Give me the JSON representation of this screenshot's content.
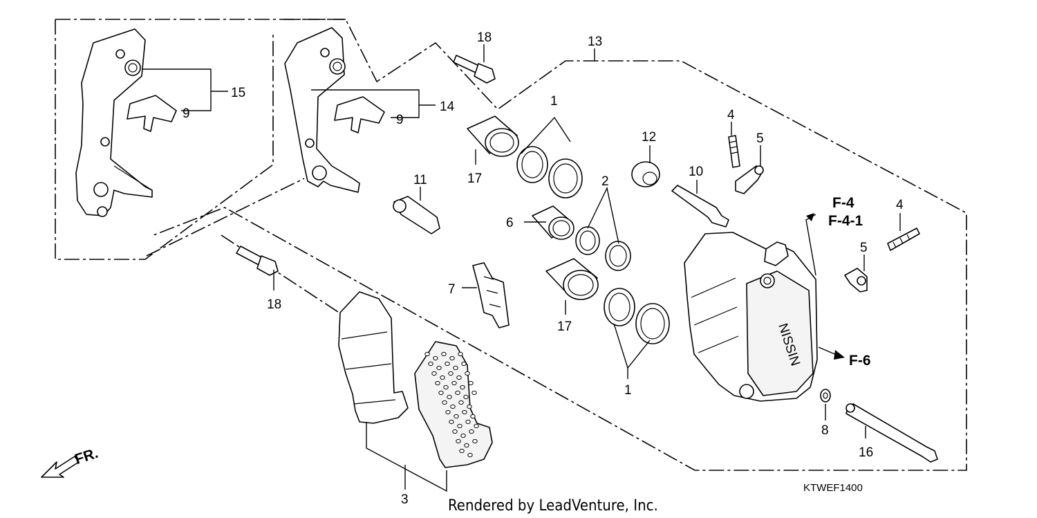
{
  "callouts": {
    "c1a": "1",
    "c1b": "1",
    "c2": "2",
    "c3": "3",
    "c4a": "4",
    "c4b": "4",
    "c5a": "5",
    "c5b": "5",
    "c6": "6",
    "c7": "7",
    "c8": "8",
    "c9a": "9",
    "c9b": "9",
    "c10": "10",
    "c11": "11",
    "c12": "12",
    "c13": "13",
    "c14": "14",
    "c15": "15",
    "c16": "16",
    "c17a": "17",
    "c17b": "17",
    "c18a": "18",
    "c18b": "18"
  },
  "references": {
    "f4": "F-4",
    "f41": "F-4-1",
    "f6": "F-6"
  },
  "direction_label": "FR.",
  "caliper_brand": "NISSIN",
  "diagram_code": "KTWEF1400",
  "footer_credit": "Rendered by LeadVenture, Inc."
}
